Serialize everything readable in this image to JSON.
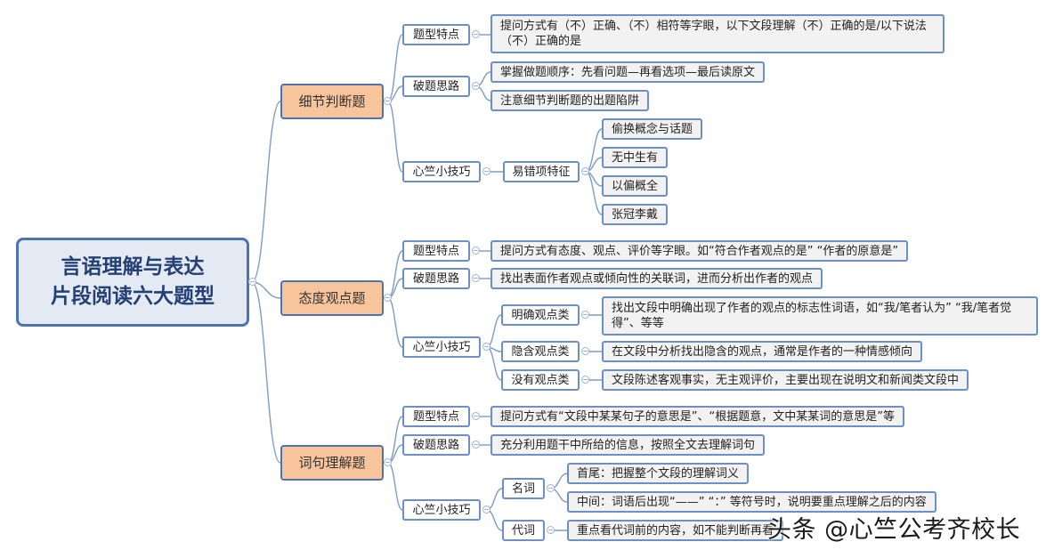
{
  "root": {
    "line1": "言语理解与表达",
    "line2": "片段阅读六大题型"
  },
  "branch1": {
    "title": "细节判断题",
    "feature_label": "题型特点",
    "feature_text": "提问方式有（不）正确、（不）相符等字眼，以下文段理解（不）正确的是/以下说法（不）正确的是",
    "approach_label": "破题思路",
    "approach_items": [
      "掌握做题顺序：先看问题—再看选项—最后读原文",
      "注意细节判断题的出题陷阱"
    ],
    "tips_label": "心竺小技巧",
    "tips_sub": "易错项特征",
    "tips_items": [
      "偷换概念与话题",
      "无中生有",
      "以偏概全",
      "张冠李戴"
    ]
  },
  "branch2": {
    "title": "态度观点题",
    "feature_label": "题型特点",
    "feature_text": "提问方式有态度、观点、评价等字眼。如“符合作者观点的是” “作者的原意是”",
    "approach_label": "破题思路",
    "approach_text": "找出表面作者观点或倾向性的关联词，进而分析出作者的观点",
    "tips_label": "心竺小技巧",
    "types": [
      {
        "label": "明确观点类",
        "text": "找出文段中明确出现了作者的观点的标志性词语，如“我/笔者认为” “我/笔者觉得”、等等"
      },
      {
        "label": "隐含观点类",
        "text": "在文段中分析找出隐含的观点，通常是作者的一种情感倾向"
      },
      {
        "label": "没有观点类",
        "text": "文段陈述客观事实，无主观评价，主要出现在说明文和新闻类文段中"
      }
    ]
  },
  "branch3": {
    "title": "词句理解题",
    "feature_label": "题型特点",
    "feature_text": "提问方式有“文段中某某句子的意思是”、“根据题意，文中某某词的意思是”等",
    "approach_label": "破题思路",
    "approach_text": "充分利用题干中所给的信息，按照全文去理解词句",
    "tips_label": "心竺小技巧",
    "noun_label": "名词",
    "noun_items": [
      "首尾：把握整个文段的理解词义",
      "中间：词语后出现“——” “：” 等符号时，说明要重点理解之后的内容"
    ],
    "pronoun_label": "代词",
    "pronoun_text": "重点看代词前的内容，如不能判断再看"
  },
  "watermark": "头条 @心竺公考齐校长",
  "colors": {
    "line": "#7d9bc9",
    "border": "#4a74b2",
    "level1_fill": "#f8c49c",
    "root_fill": "#e3eaf4",
    "leaf_fill": "#f2f2f2"
  }
}
